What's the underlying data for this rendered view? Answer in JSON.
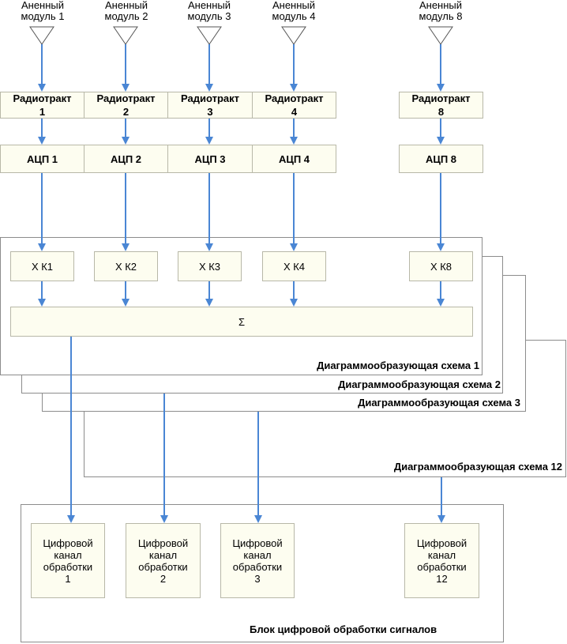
{
  "antennas": [
    {
      "line1": "Аненный",
      "line2": "модуль 1"
    },
    {
      "line1": "Аненный",
      "line2": "модуль 2"
    },
    {
      "line1": "Аненный",
      "line2": "модуль 3"
    },
    {
      "line1": "Аненный",
      "line2": "модуль 4"
    },
    {
      "line1": "Аненный",
      "line2": "модуль 8"
    }
  ],
  "radiotracts": [
    {
      "line1": "Радиотракт",
      "line2": "1"
    },
    {
      "line1": "Радиотракт",
      "line2": "2"
    },
    {
      "line1": "Радиотракт",
      "line2": "3"
    },
    {
      "line1": "Радиотракт",
      "line2": "4"
    },
    {
      "line1": "Радиотракт",
      "line2": "8"
    }
  ],
  "adcs": [
    "АЦП 1",
    "АЦП 2",
    "АЦП 3",
    "АЦП 4",
    "АЦП 8"
  ],
  "multipliers": [
    "X К1",
    "X К2",
    "X К3",
    "X К4",
    "X К8"
  ],
  "sum_symbol": "Σ",
  "beamformers": [
    "Диаграммообразующая схема 1",
    "Диаграммообразующая схема 2",
    "Диаграммообразующая схема 3",
    "Диаграммообразующая схема 12"
  ],
  "digital_channels": [
    {
      "l1": "Цифровой",
      "l2": "канал",
      "l3": "обработки",
      "l4": "1"
    },
    {
      "l1": "Цифровой",
      "l2": "канал",
      "l3": "обработки",
      "l4": "2"
    },
    {
      "l1": "Цифровой",
      "l2": "канал",
      "l3": "обработки",
      "l4": "3"
    },
    {
      "l1": "Цифровой",
      "l2": "канал",
      "l3": "обработки",
      "l4": "12"
    }
  ],
  "dsp_block_label": "Блок цифровой обработки сигналов",
  "colors": {
    "arrow": "#4a86d4",
    "cell_fill": "#fdfdf0",
    "border": "#8c8c8c"
  }
}
